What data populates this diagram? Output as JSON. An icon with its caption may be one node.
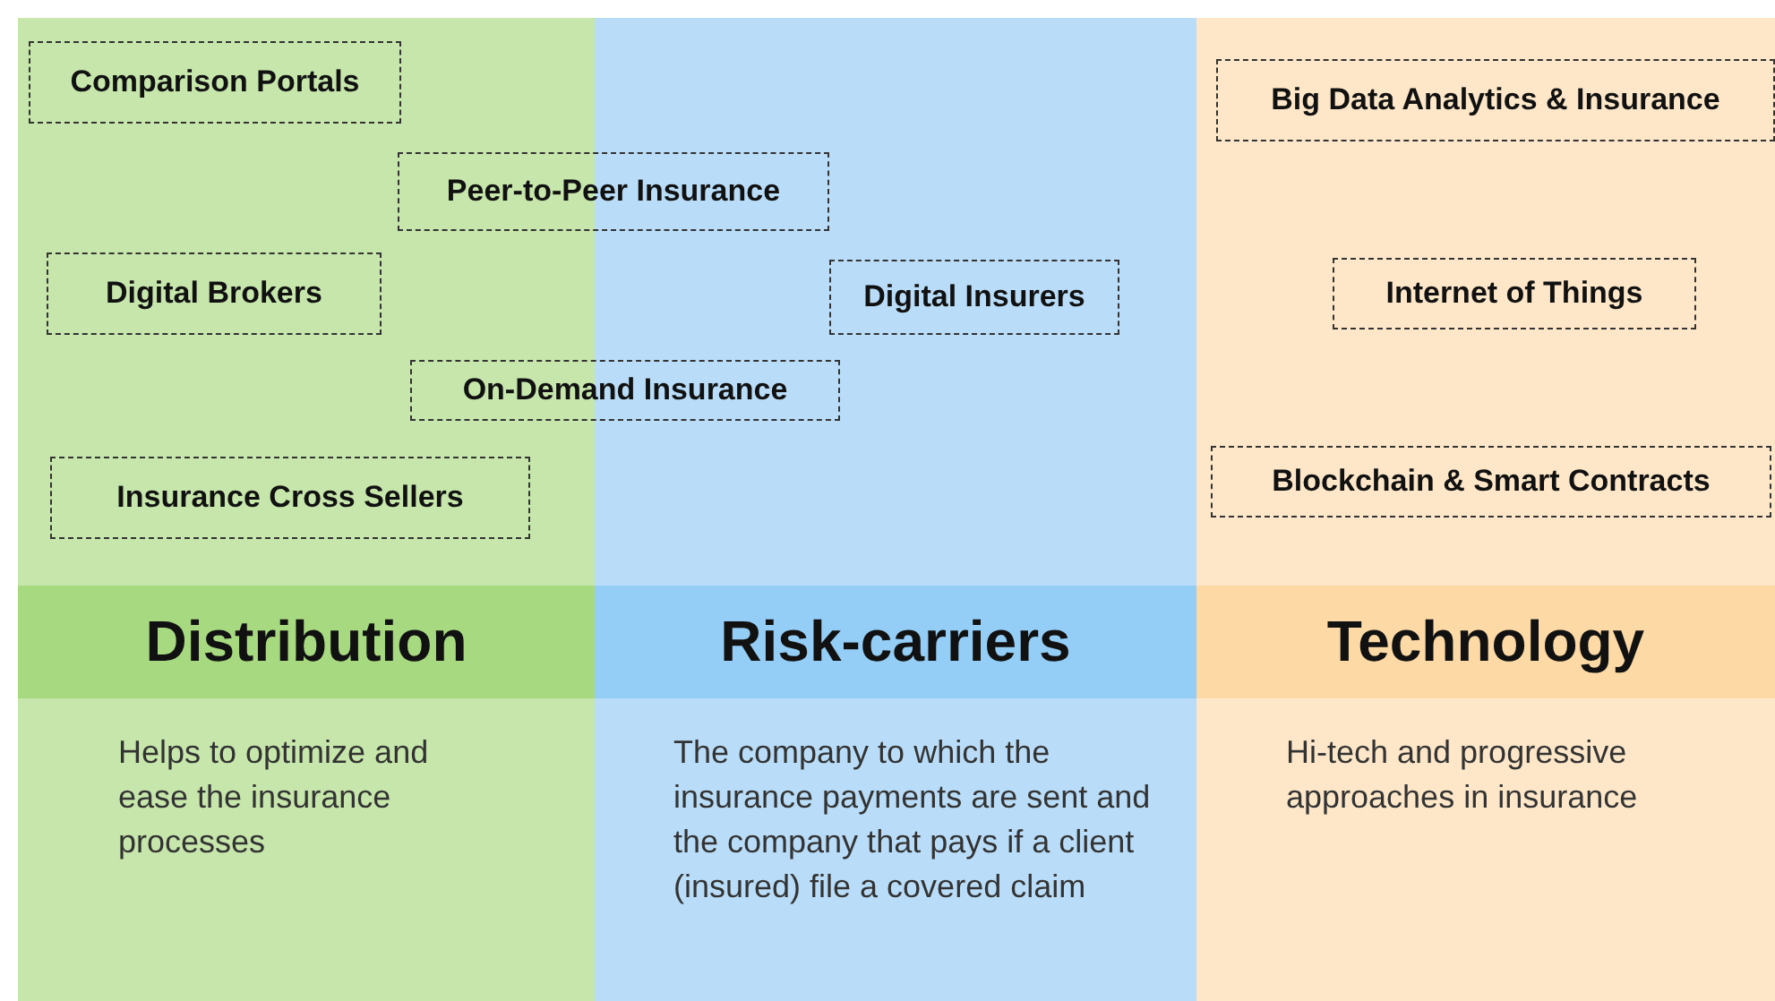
{
  "diagram": {
    "nodes": [
      {
        "text": [
          "Distribution",
          "Helps to optimize and ease the insurance processes"
        ]
      },
      {
        "text": [
          "Comparison Portals"
        ],
        "in": 0
      },
      {
        "text": [
          "Digital Brokers"
        ],
        "in": 0
      },
      {
        "text": [
          "Insurance Cross Sellers"
        ],
        "in": 0
      },
      {
        "text": [
          "Risk-carriers",
          "The company to which the insurance payments are sent and the company that pays if a client (insured) file a covered claim"
        ]
      },
      {
        "text": [
          "Digital Insurers"
        ],
        "in": 4
      },
      {
        "text": [
          "Technology",
          "Hi-tech and progressive approaches in insurance"
        ]
      },
      {
        "text": [
          "Big Data Analytics & Insurance"
        ],
        "in": 6
      },
      {
        "text": [
          "Internet of Things"
        ],
        "in": 6
      },
      {
        "text": [
          "Blockchain & Smart Contracts"
        ],
        "in": 6
      },
      {
        "text": [
          "Peer-to-Peer Insurance"
        ]
      },
      {
        "text": [
          "On-Demand Insurance"
        ]
      }
    ]
  }
}
